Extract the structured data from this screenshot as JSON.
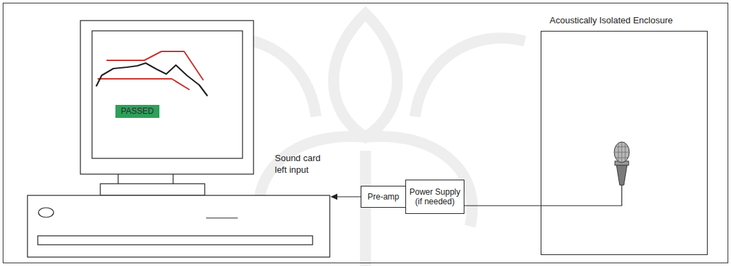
{
  "diagram": {
    "nodes": [
      {
        "text": [
          "PASSED"
        ]
      },
      {
        "text": [
          "Pre-amp"
        ]
      },
      {
        "text": [
          "Power Supply (if needed)"
        ]
      },
      {
        "text": [
          "Acoustically Isolated Enclosure"
        ]
      }
    ],
    "edges": [
      {
        "from": 2,
        "to": 3,
        "arrow": "none"
      }
    ],
    "labels": [
      "Sound card left input"
    ]
  }
}
